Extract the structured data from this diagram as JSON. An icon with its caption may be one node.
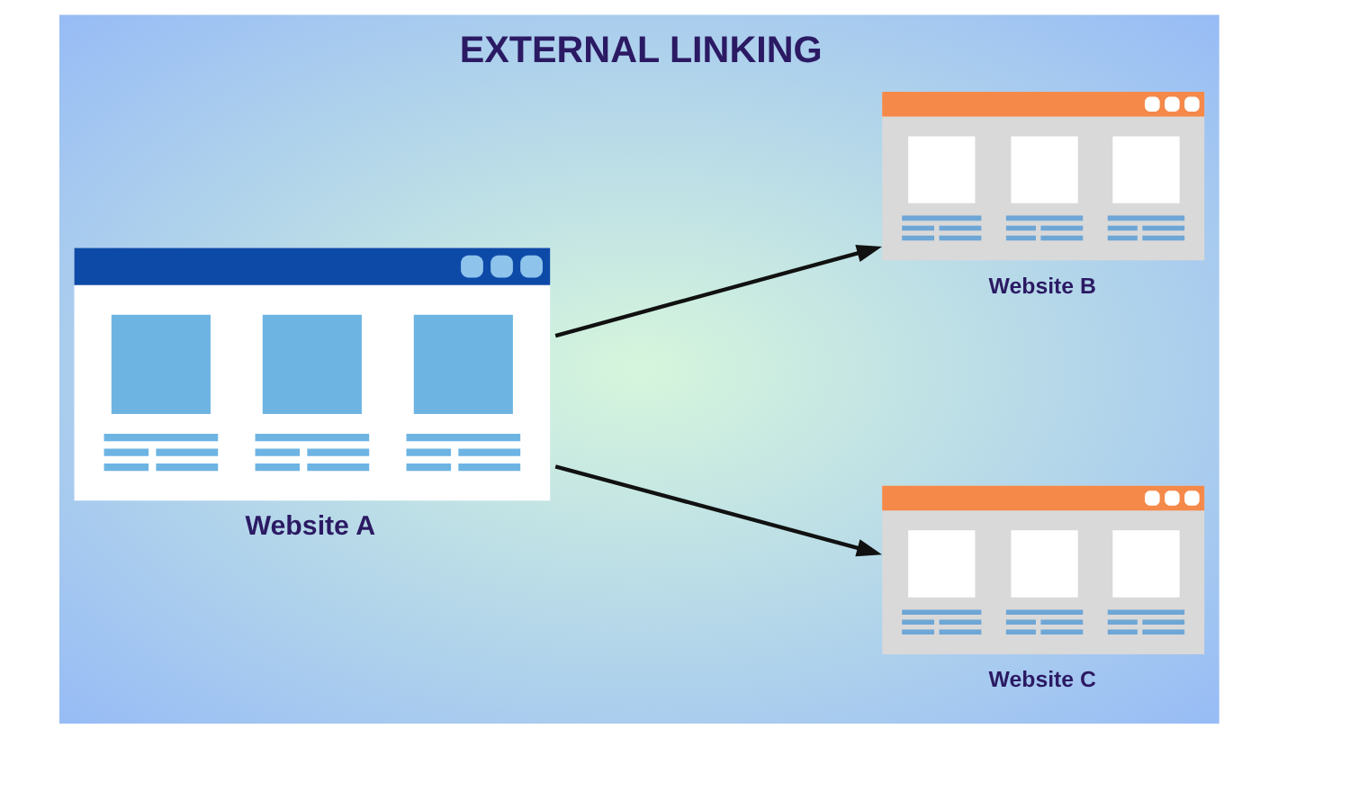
{
  "diagram": {
    "title": "EXTERNAL LINKING",
    "nodes": [
      {
        "text": [
          "Website A"
        ]
      },
      {
        "text": [
          "Website B"
        ]
      },
      {
        "text": [
          "Website C"
        ]
      }
    ],
    "edges": [
      {
        "from": 0,
        "to": 1,
        "arrow": "to"
      },
      {
        "from": 0,
        "to": 2,
        "arrow": "to"
      }
    ]
  }
}
